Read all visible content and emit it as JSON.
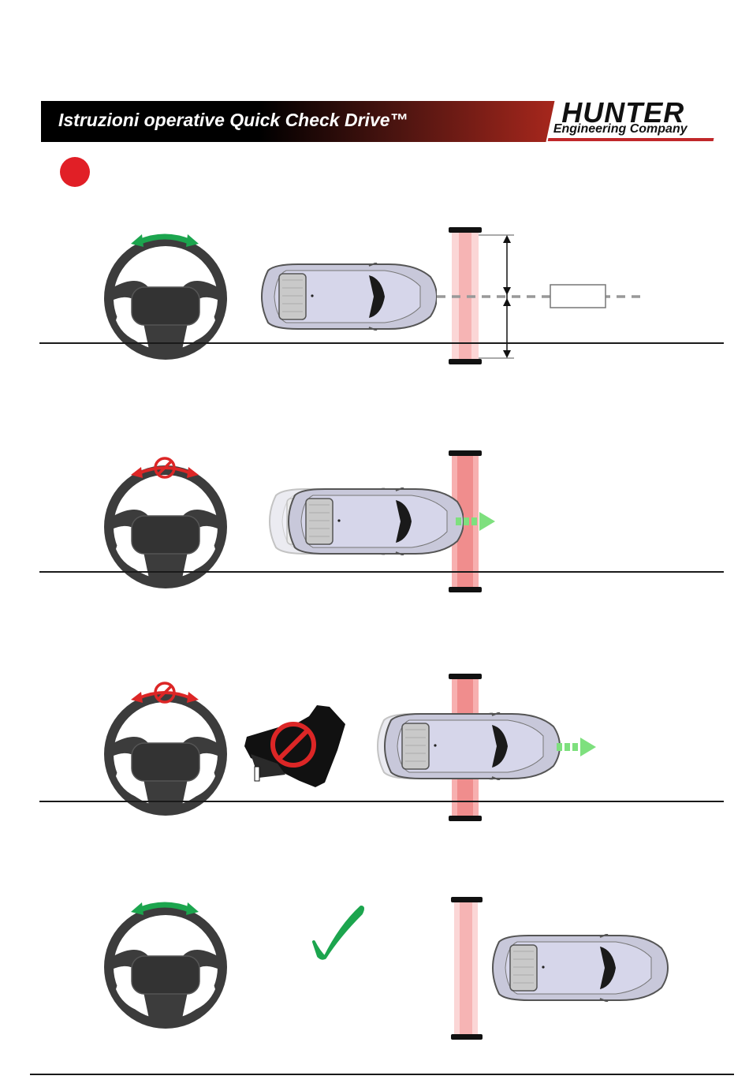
{
  "header": {
    "title": "Istruzioni operative Quick Check Drive™",
    "logo": {
      "line1": "HUNTER",
      "line2": "Engineering Company"
    }
  },
  "colors": {
    "banner_red": "#d8322a",
    "step_dot": "#e11f26",
    "allowed_green": "#1ca54e",
    "forbidden_red": "#dc2626",
    "beam_pink": "#f08d8d"
  },
  "icons": {
    "steering_wheel": "steering-wheel-icon",
    "turn_allowed": "double-arrow-green-icon",
    "turn_forbidden": "double-arrow-prohibited-icon",
    "brake_forbidden": "pedal-prohibited-icon",
    "confirm": "checkmark-icon"
  },
  "steps": [
    {
      "id": 1,
      "steering": "allowed",
      "car_position": "before-sensors",
      "centered": true
    },
    {
      "id": 2,
      "steering": "forbidden",
      "car_position": "entering-sensors",
      "motion": "forward"
    },
    {
      "id": 3,
      "steering": "forbidden",
      "braking": "forbidden",
      "car_position": "passing-sensors",
      "motion": "forward"
    },
    {
      "id": 4,
      "steering": "allowed",
      "car_position": "past-sensors",
      "done": true
    }
  ]
}
